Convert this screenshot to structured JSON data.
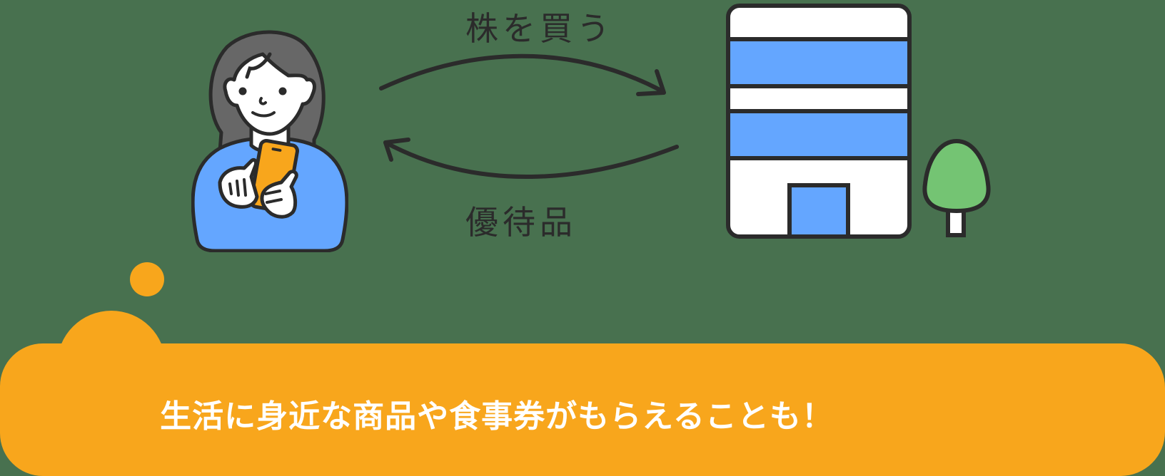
{
  "diagram": {
    "top_arrow_label": "株を買う",
    "bottom_arrow_label": "優待品",
    "left_actor": "person-with-smartphone",
    "right_actor": "company-building",
    "decoration": "tree"
  },
  "banner": {
    "text": "生活に身近な商品や食事券がもらえることも！"
  },
  "colors": {
    "background": "#48714f",
    "outline": "#2b2b2b",
    "blue": "#64a6ff",
    "orange": "#f8a61c",
    "hair": "#676767",
    "tree_green": "#74c473",
    "white": "#ffffff"
  }
}
